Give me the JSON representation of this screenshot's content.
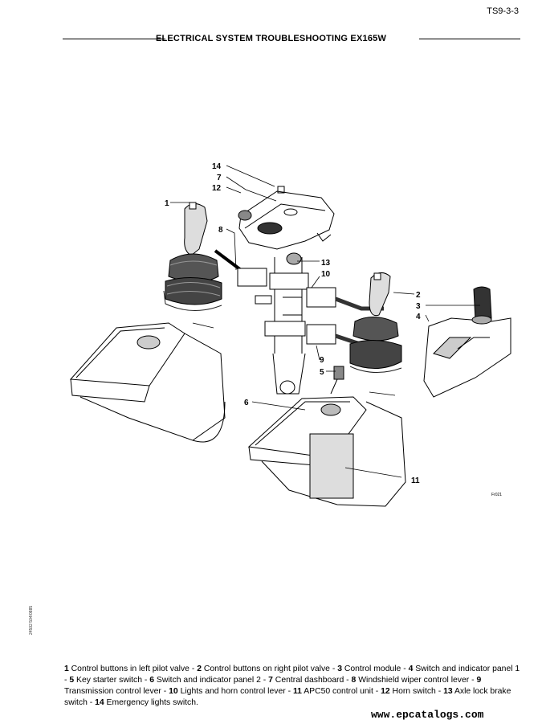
{
  "header": {
    "page_id": "TS9-3-3",
    "title": "ELECTRICAL SYSTEM TROUBLESHOOTING EX165W"
  },
  "figure": {
    "callouts": [
      "1",
      "2",
      "3",
      "4",
      "5",
      "6",
      "7",
      "8",
      "9",
      "10",
      "11",
      "12",
      "13",
      "14"
    ],
    "code": "Fr021"
  },
  "side_code": "24502  504/0885",
  "caption": {
    "items": [
      {
        "num": "1",
        "text": " Control buttons in left pilot valve - "
      },
      {
        "num": "2",
        "text": "  Control buttons on right pilot valve - "
      },
      {
        "num": "3",
        "text": " Control module  - "
      },
      {
        "num": "4",
        "text": " Switch and indicator panel 1 - "
      },
      {
        "num": "5",
        "text": " Key starter switch - "
      },
      {
        "num": "6",
        "text": " Switch and indicator panel 2 - "
      },
      {
        "num": "7",
        "text": " Central dashboard - "
      },
      {
        "num": "8",
        "text": " Windshield wiper control lever  - "
      },
      {
        "num": "9",
        "text": " Transmission control lever - "
      },
      {
        "num": "10",
        "text": " Lights  and horn control lever  - "
      },
      {
        "num": "11",
        "text": " APC50 control unit - "
      },
      {
        "num": "12",
        "text": " Horn switch - "
      },
      {
        "num": "13",
        "text": " Axle lock brake switch - "
      },
      {
        "num": "14",
        "text": " Emergency lights switch."
      }
    ]
  },
  "footer": {
    "url": "www.epcatalogs.com"
  }
}
